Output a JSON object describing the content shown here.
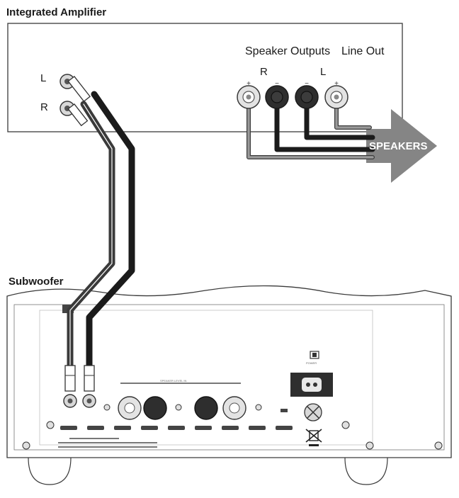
{
  "integrated_amplifier": {
    "title": "Integrated Amplifier",
    "speaker_outputs_label": "Speaker Outputs",
    "line_out_label": "Line Out",
    "channel_right": "R",
    "channel_left": "L",
    "input_left": "L",
    "input_right": "R",
    "plus_sign": "+",
    "minus_sign": "−"
  },
  "arrow": {
    "label": "SPEAKERS"
  },
  "subwoofer": {
    "title": "Subwoofer",
    "speaker_level_in": "SPEAKER LEVEL IN",
    "power": "POWER"
  },
  "colors": {
    "cable_black": "#1b1b1b",
    "cable_grey": "#8c8c8c",
    "arrow_grey": "#858585",
    "terminal_red": "#2e2e2e",
    "terminal_white": "#e3e3e3",
    "outline": "#3a3a3a"
  },
  "icons": [
    "rca-jack-icon",
    "binding-post-icon",
    "power-socket-icon",
    "fuse-icon",
    "weee-bin-icon",
    "screw-icon",
    "arrow-icon"
  ]
}
